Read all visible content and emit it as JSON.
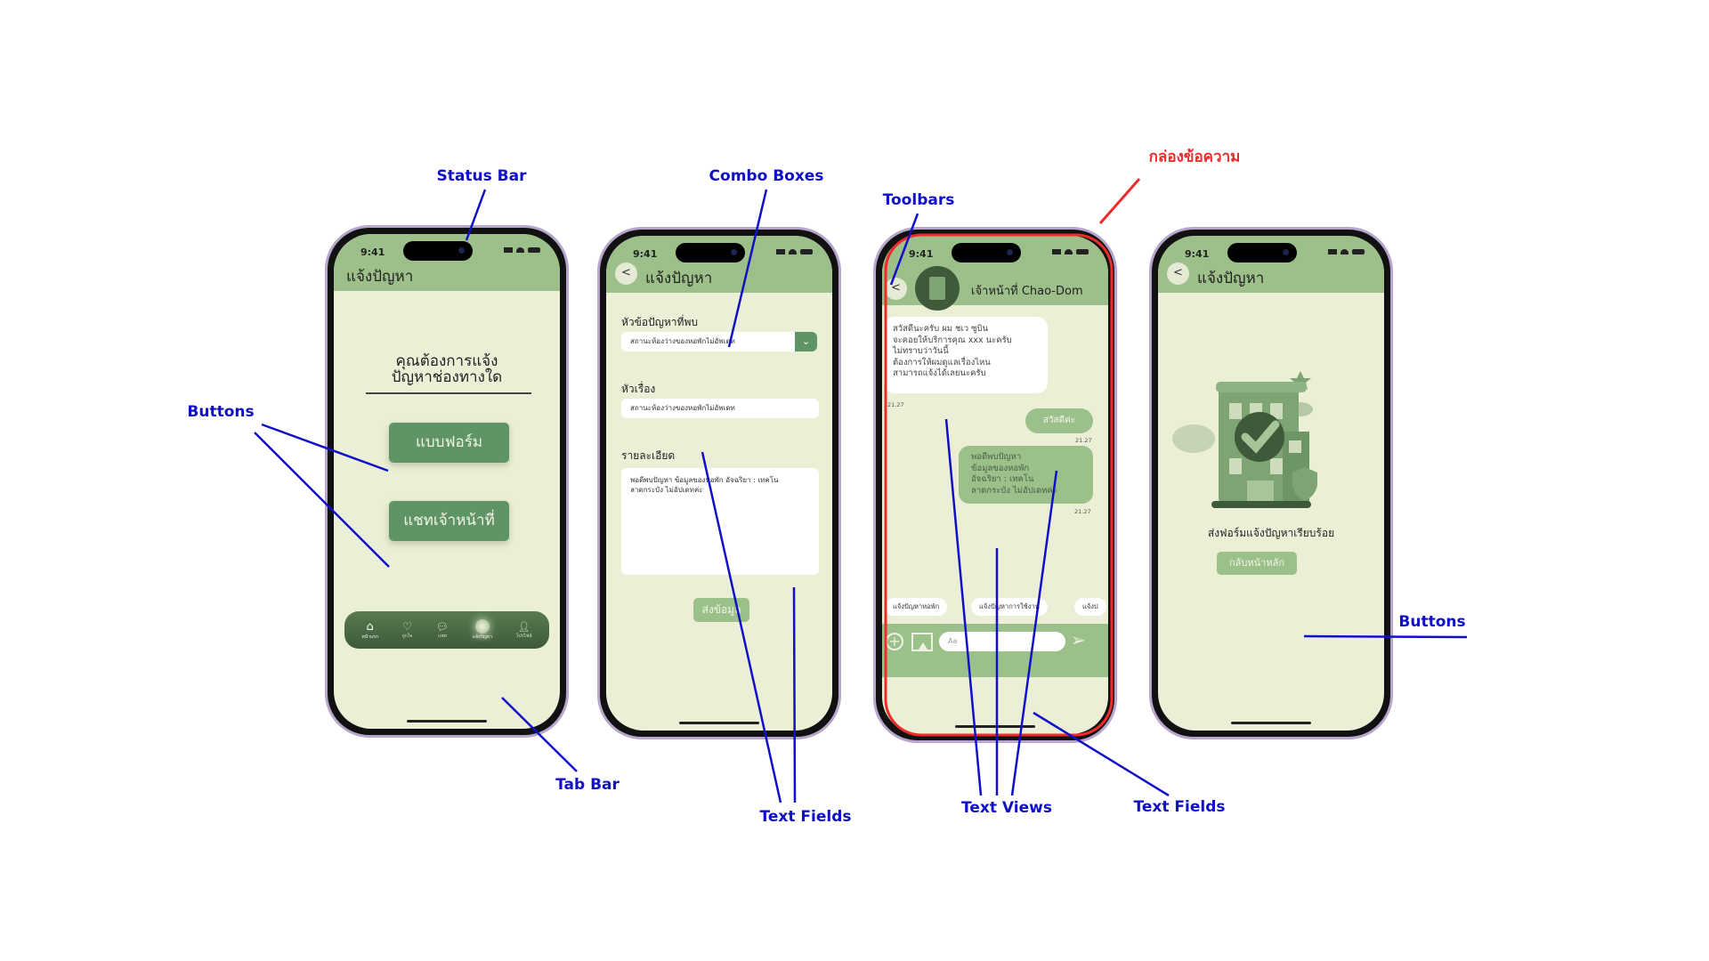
{
  "status_bar": {
    "time": "9:41"
  },
  "screen_menu": {
    "title": "แจ้งปัญหา",
    "question": [
      "คุณต้องการแจ้ง",
      "ปัญหาช่องทางใด"
    ],
    "form_button": "แบบฟอร์ม",
    "chat_button": "แชทเจ้าหน้าที่",
    "tabs": [
      {
        "label": "หน้าแรก",
        "icon": "home-icon"
      },
      {
        "label": "ถูกใจ",
        "icon": "heart-icon"
      },
      {
        "label": "แชท",
        "icon": "chat-icon"
      },
      {
        "label": "แจ้งปัญหา",
        "icon": "headset-icon",
        "active": true
      },
      {
        "label": "โปรไฟล์",
        "icon": "user-icon"
      }
    ]
  },
  "screen_form": {
    "title": "แจ้งปัญหา",
    "topic_label": "หัวข้อปัญหาที่พบ",
    "topic_value": "สถานะห้องว่างของหอพักไม่อัพเดท",
    "subject_label": "หัวเรื่อง",
    "subject_value": "สถานะห้องว่างของหอพักไม่อัพเดท",
    "detail_label": "รายละเอียด",
    "detail_value": "พอดีพบปัญหา ข้อมูลของหอพัก อัจฉริยา : เทคโน ลาดกระบัง ไม่อัปเดทค่ะ",
    "submit": "ส่งข้อมูล"
  },
  "screen_chat": {
    "contact": "เจ้าหน้าที่ Chao-Dom",
    "messages": [
      {
        "from": "agent",
        "text": "สวัสดีนะครับ ผม ชเว ซูบิน\nจะคอยให้บริการคุณ xxx นะครับ\nไม่ทราบว่าวันนี้\nต้องการให้ผมดูแลเรื่องไหน\nสามารถแจ้งได้เลยนะครับ",
        "time": "21.27"
      },
      {
        "from": "user",
        "text": "สวัสดีค่ะ",
        "time": "21.27"
      },
      {
        "from": "user",
        "text": "พอดีพบปัญหา\nข้อมูลของหอพัก\nอัจฉริยา : เทคโน\nลาดกระบัง ไม่อัปเดทค่ะ",
        "time": "21.27"
      }
    ],
    "quick_replies": [
      "แจ้งปัญหาหอพัก",
      "แจ้งปัญหาการใช้งาน",
      "แจ้งป"
    ],
    "input_placeholder": "Aa"
  },
  "screen_done": {
    "title": "แจ้งปัญหา",
    "message": "ส่งฟอร์มแจ้งปัญหาเรียบร้อย",
    "home_button": "กลับหน้าหลัก"
  },
  "annotations": {
    "status_bar": "Status Bar",
    "combo_boxes": "Combo Boxes",
    "toolbars": "Toolbars",
    "message_box": "กล่องข้อความ",
    "buttons_left": "Buttons",
    "tab_bar": "Tab Bar",
    "text_fields_1": "Text Fields",
    "text_views": "Text Views",
    "text_fields_2": "Text Fields",
    "buttons_right": "Buttons"
  },
  "colors": {
    "header": "#9dbf89",
    "background": "#ebefd6",
    "button": "#5f9466",
    "annotation": "#1010c8",
    "highlight": "#ee2a2a"
  }
}
